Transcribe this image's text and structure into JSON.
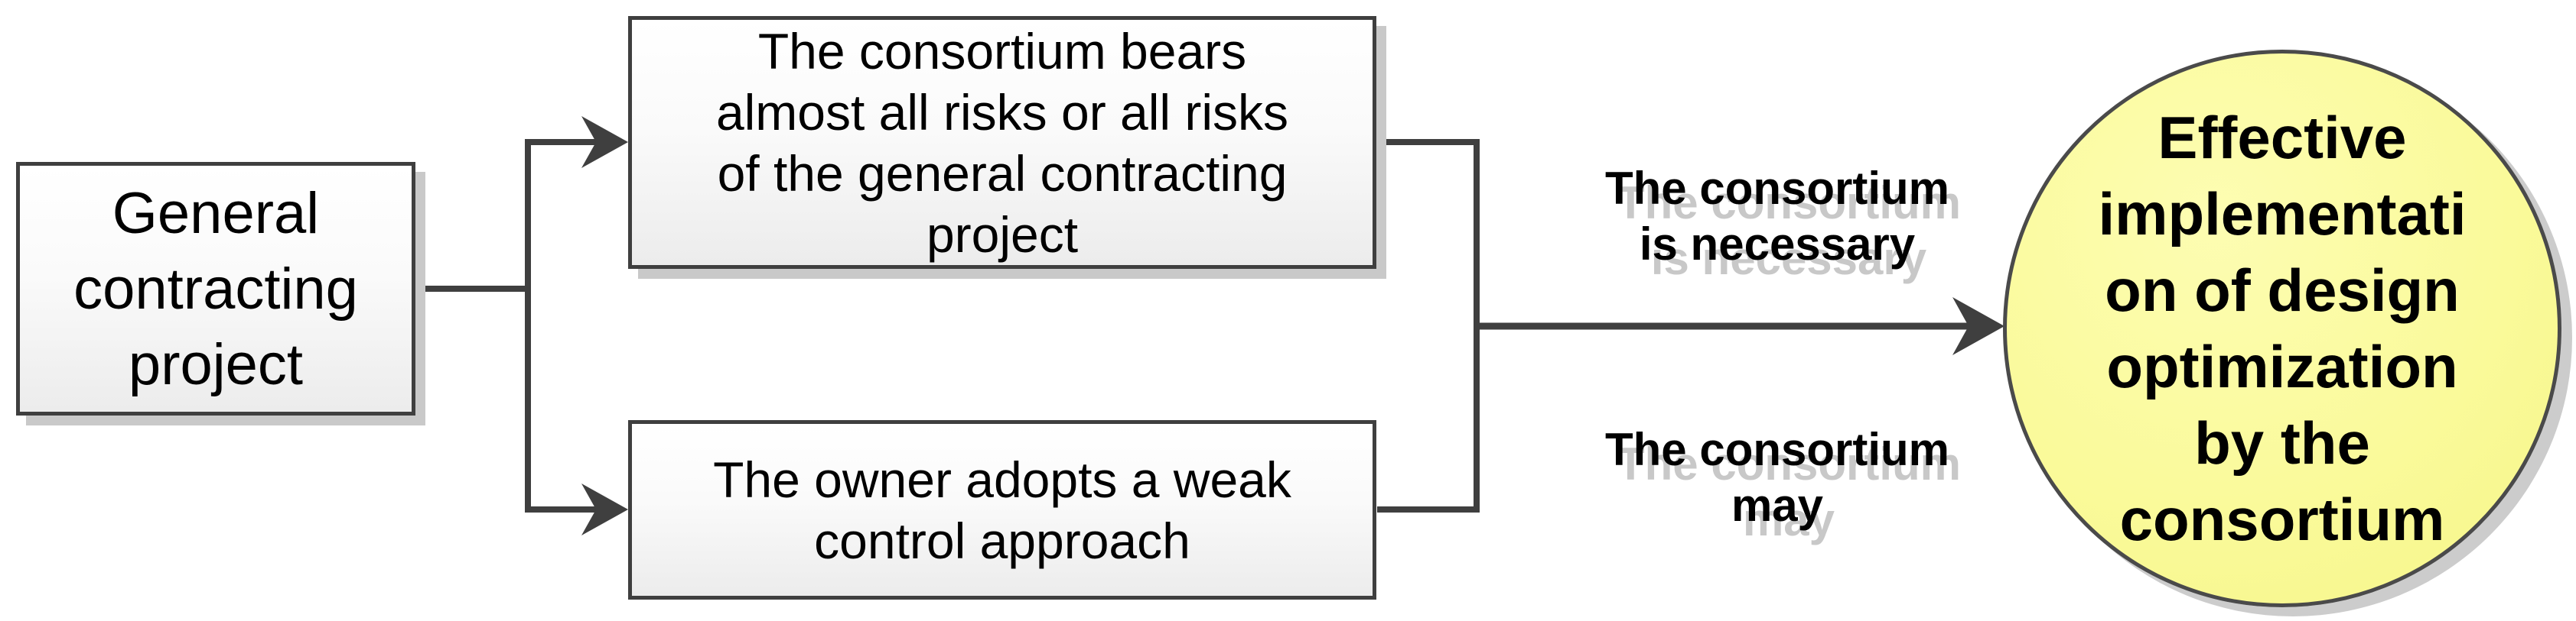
{
  "diagram": {
    "title": "Consortium design-optimization cause-effect diagram",
    "nodes": {
      "source": "General\ncontracting\nproject",
      "condition_top": "The consortium bears\nalmost all risks or all risks\nof the general contracting\nproject",
      "condition_bottom": "The owner adopts a weak\ncontrol approach",
      "outcome": "Effective\nimplementati\non of design\noptimization\nby the\nconsortium"
    },
    "edge_labels": {
      "top": "The consortium\nis necessary",
      "bottom": "The consortium\nmay"
    },
    "colors": {
      "box_border": "#3f3f3f",
      "box_fill_top": "#ffffff",
      "box_fill_bottom": "#ececec",
      "box_shadow": "#c9c9c9",
      "connector": "#3f3f3f",
      "circle_fill": "#fafa9b",
      "circle_border": "#4a4a4a",
      "label_text": "#000000",
      "label_shadow": "#c8c8c8"
    }
  }
}
